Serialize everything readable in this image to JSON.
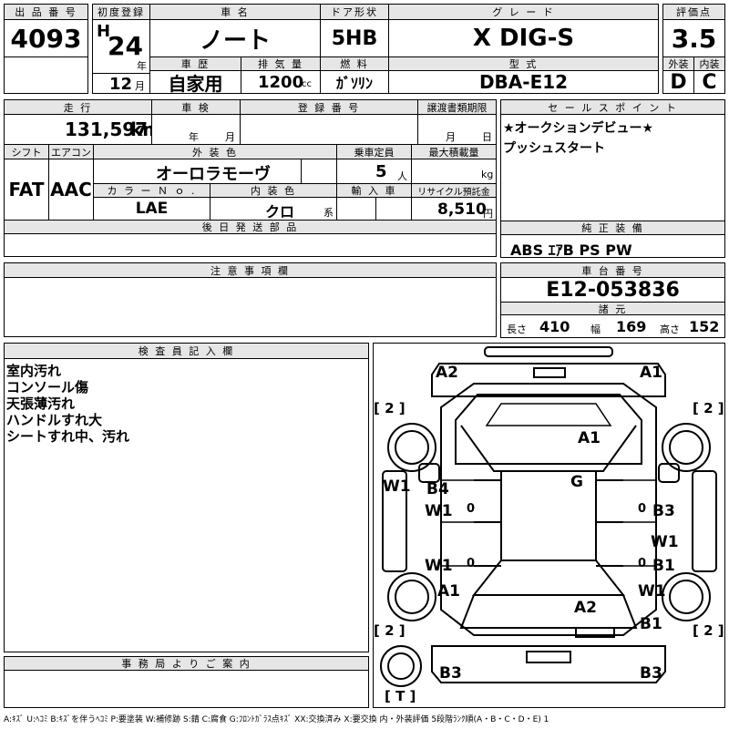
{
  "headers": {
    "lot_no": "出 品 番 号",
    "first_reg": "初度登録",
    "car_name": "車 名",
    "door": "ドア形状",
    "grade": "グ レ ー ド",
    "score": "評価点",
    "history": "車 歴",
    "displacement": "排 気 量",
    "fuel": "燃 料",
    "model": "型 式",
    "exterior": "外装",
    "interior": "内装",
    "mileage": "走 行",
    "inspection": "車 検",
    "reg_no": "登 録 番 号",
    "transfer": "譲渡書類期限",
    "sales_point": "セ ー ル ス ポ イ ン ト",
    "shift": "シフト",
    "aircon": "エアコン",
    "ext_color": "外 装 色",
    "capacity": "乗車定員",
    "max_load": "最大積載量",
    "color_no": "カ ラ ー Ｎ ｏ .",
    "int_color": "内 装 色",
    "import": "輸 入 車",
    "recycle": "リサイクル預託金",
    "later_parts": "後 日 発 送 部 品",
    "genuine": "純 正 装 備",
    "notes": "注 意 事 項 欄",
    "chassis": "車 台 番 号",
    "specs": "諸 元",
    "inspector": "検 査 員 記 入 欄",
    "office": "事 務 局 よ り ご 案 内"
  },
  "vehicle": {
    "lot_no": "4093",
    "era": "H",
    "year": "24",
    "year_unit": "年",
    "month": "12",
    "month_unit": "月",
    "car_name": "ノート",
    "door": "5HB",
    "grade": "X DIG-S",
    "score": "3.5",
    "history": "自家用",
    "displacement": "1200",
    "displacement_unit": "cc",
    "fuel": "ｶﾞｿﾘﾝ",
    "model": "DBA-E12",
    "exterior_grade": "D",
    "interior_grade": "C",
    "mileage": "131,597",
    "mileage_unit": "km",
    "inspection_year_unit": "年",
    "inspection_month_unit": "月",
    "transfer_month_unit": "月",
    "transfer_day_unit": "日",
    "shift": "FAT",
    "aircon": "AAC",
    "ext_color": "オーロラモーヴ",
    "capacity": "5",
    "capacity_unit": "人",
    "max_load_unit": "kg",
    "color_no": "LAE",
    "int_color": "クロ",
    "int_color_unit": "系",
    "recycle": "8,510",
    "recycle_unit": "円",
    "chassis": "E12-053836",
    "length_label": "長さ",
    "length": "410",
    "width_label": "幅",
    "width": "169",
    "height_label": "高さ",
    "height": "152"
  },
  "sales_points": [
    "★オークションデビュー★",
    "プッシュスタート"
  ],
  "genuine_equipment": "ABS ｴｱB PS PW",
  "inspector_notes": [
    "室内汚れ",
    "コンソール傷",
    "天張薄汚れ",
    "ハンドルすれ大",
    "シートすれ中、汚れ"
  ],
  "diagram_marks": {
    "front_left": "A2",
    "front_right": "A1",
    "tire_fl": "[ 2 ]",
    "tire_fr": "[ 2 ]",
    "tire_rl": "[ 2 ]",
    "tire_rr": "[ 2 ]",
    "hood": "A1",
    "roof": "G",
    "left_fender": "W1",
    "left_front_door_b": "B4",
    "left_front_door_w": "W1",
    "left_front_door_0": "0",
    "right_front_door_0": "0",
    "right_front_door_b": "B3",
    "right_mid_w": "W1",
    "right_rear_door_0": "0",
    "right_rear_door_b": "B1",
    "left_rear_door_w": "W1",
    "left_rear_door_0": "0",
    "left_rear_fender": "A1",
    "trunk": "A2",
    "right_rear_fender_w": "W1",
    "right_rear_quarter_b": "B1",
    "rear_left": "B3",
    "rear_right": "B3",
    "spare": "[ T ]"
  },
  "legend": "A:ｷｽﾞ U:ﾍｺﾐ B:ｷｽﾞを伴うﾍｺﾐ P:要塗装 W:補修跡 S:錆 C:腐食 G:ﾌﾛﾝﾄｶﾞﾗｽ点ｷｽﾞ XX:交換済み X:要交換 内・外装評価 5段階ﾗﾝｸ順(A・B・C・D・E) 1"
}
